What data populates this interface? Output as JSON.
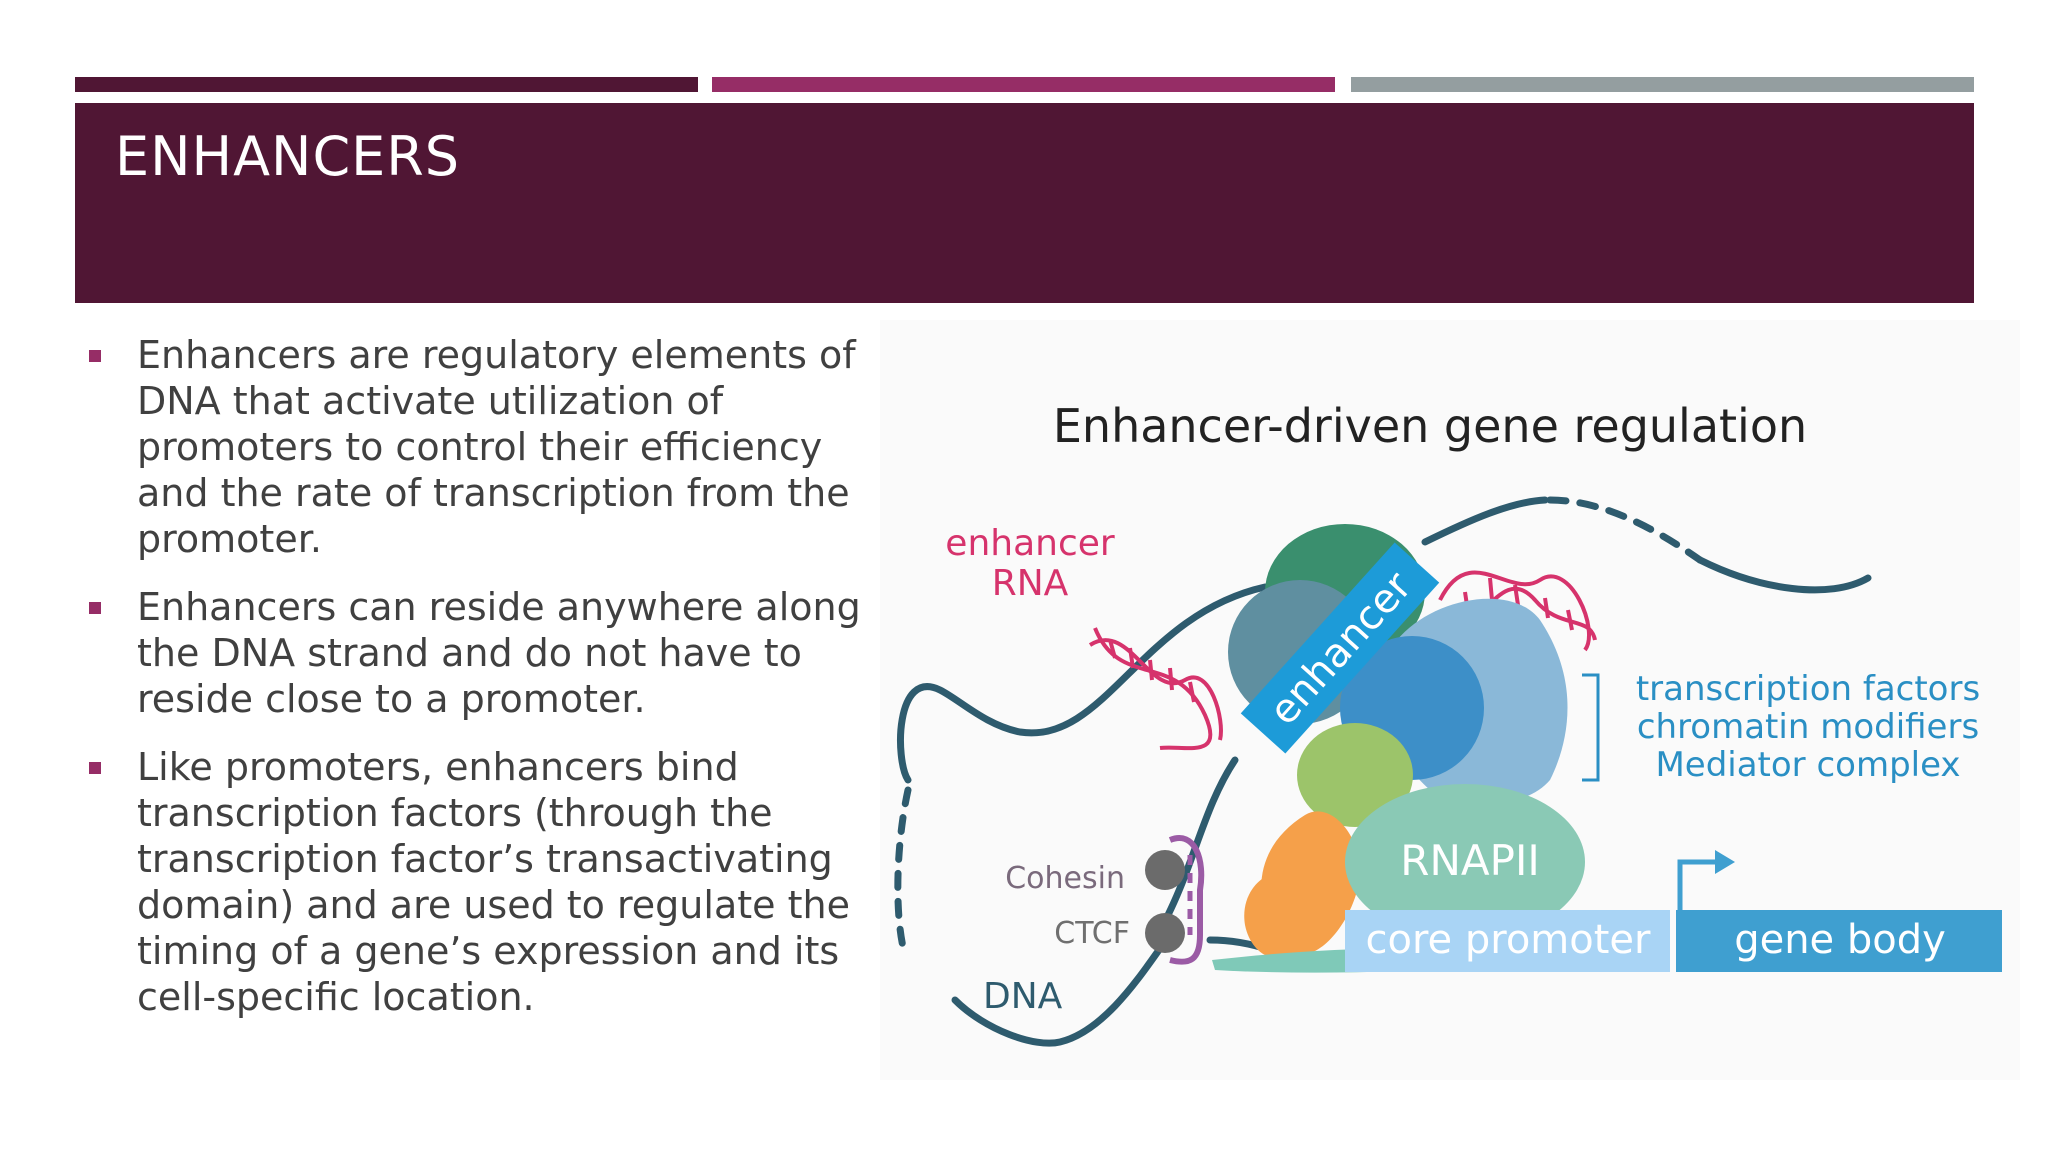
{
  "slide": {
    "title": "ENHANCERS",
    "accent_colors": [
      "#501634",
      "#962d66",
      "#949ea0"
    ],
    "bullets": [
      "Enhancers are regulatory elements of DNA that activate utilization of promoters to control their efficiency and the rate of transcription from the promoter.",
      "Enhancers can reside anywhere along the DNA strand and do not have to reside close to a promoter.",
      "Like promoters, enhancers bind transcription factors (through the transcription factor’s transactivating domain) and are used to regulate the timing of a gene’s expression and its cell-specific location."
    ]
  },
  "diagram": {
    "title": "Enhancer-driven gene regulation",
    "enhancer_rna_line1": "enhancer",
    "enhancer_rna_line2": "RNA",
    "enhancer": "enhancer",
    "bracket_label_1": "transcription factors",
    "bracket_label_2": "chromatin modifiers",
    "bracket_label_3": "Mediator complex",
    "rnapii": "RNAPII",
    "core_promoter": "core promoter",
    "gene_body": "gene body",
    "cohesin": "Cohesin",
    "ctcf": "CTCF",
    "dna": "DNA"
  }
}
